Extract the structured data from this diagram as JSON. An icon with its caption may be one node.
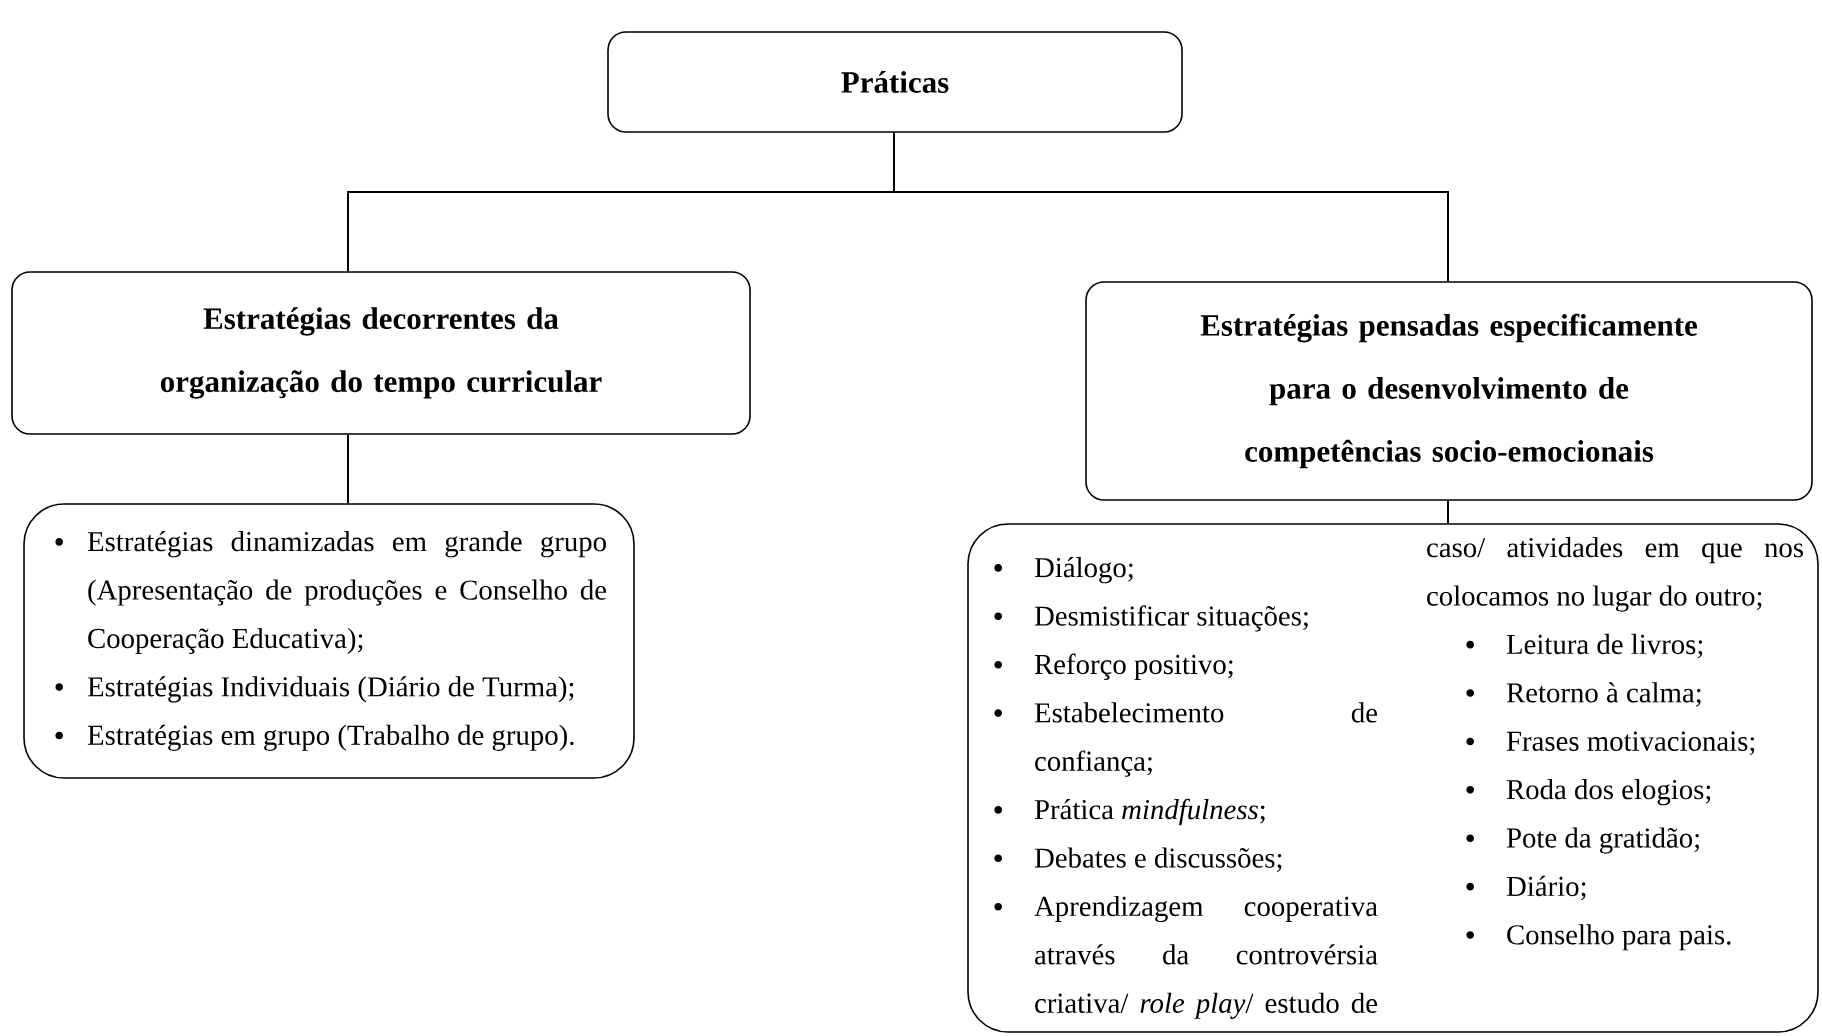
{
  "diagram": {
    "nodes": [
      {
        "text": [
          "Práticas"
        ]
      },
      {
        "text": [
          "Estratégias decorrentes da organização do tempo curricular"
        ]
      },
      {
        "text": [
          "Estratégias pensadas especificamente para o desenvolvimento de competências socio-emocionais"
        ]
      },
      {
        "text": [
          "Estratégias dinamizadas em grande grupo (Apresentação de produções e Conselho de Cooperação Educativa);",
          "Estratégias Individuais (Diário de Turma);",
          "Estratégias em grupo (Trabalho de grupo)."
        ]
      },
      {
        "text": [
          "Diálogo;",
          "Desmistificar situações;",
          "Reforço positivo;",
          "Estabelecimento de confiança;",
          "Prática *mindfulness*;",
          "Debates e discussões;",
          "Aprendizagem cooperativa através da controvérsia criativa/ *role play*/ estudo de",
          "caso/ atividades em que nos colocamos no lugar do outro;",
          "Leitura de livros;",
          "Retorno à calma;",
          "Frases motivacionais;",
          "Roda dos elogios;",
          "Pote da gratidão;",
          "Diário;",
          "Conselho para pais."
        ]
      }
    ],
    "edges": [
      {
        "from": 0,
        "to": 1,
        "arrow": "none"
      },
      {
        "from": 0,
        "to": 2,
        "arrow": "none"
      },
      {
        "from": 1,
        "to": 3,
        "arrow": "none"
      },
      {
        "from": 2,
        "to": 4,
        "arrow": "none"
      }
    ]
  }
}
